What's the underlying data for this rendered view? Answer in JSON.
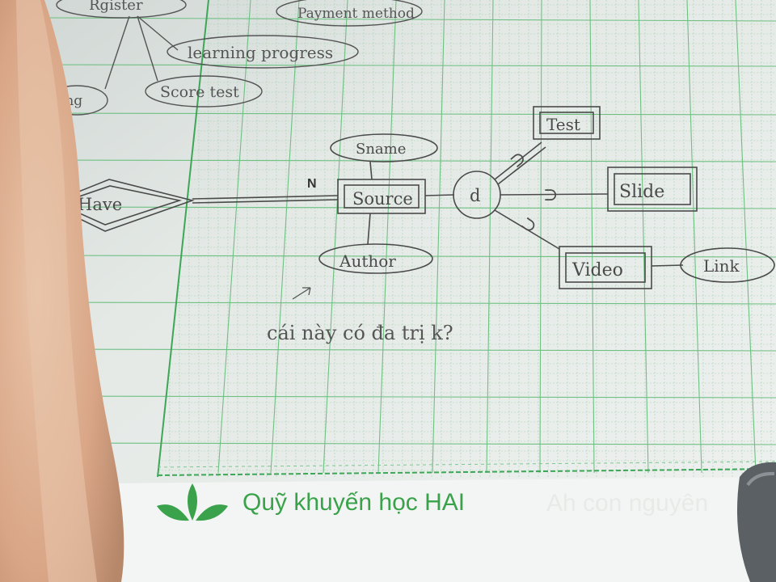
{
  "diagram": {
    "top_attributes": [
      "Rgister",
      "Payment method",
      "learning progress",
      "Score test",
      "ding"
    ],
    "entity_main": "Source",
    "relationship": "Have",
    "cardinality": "N",
    "attribute_top": "Sname",
    "attribute_bottom": "Author",
    "specialization_symbol": "d",
    "subset_symbol": "⊃",
    "subclasses": [
      "Test",
      "Slide",
      "Video"
    ],
    "video_attribute": "Link",
    "note": "cái này có đa trị k?"
  },
  "brand": {
    "name": "Quỹ khuyến học HAI",
    "ghost_text": "Ah con nguyên",
    "logo_icon": "leaf-logo-icon",
    "color": "#3aa24a"
  },
  "colors": {
    "paper": "#eef1ef",
    "grid": "#5fb877",
    "pencil": "#4a4a4a"
  }
}
